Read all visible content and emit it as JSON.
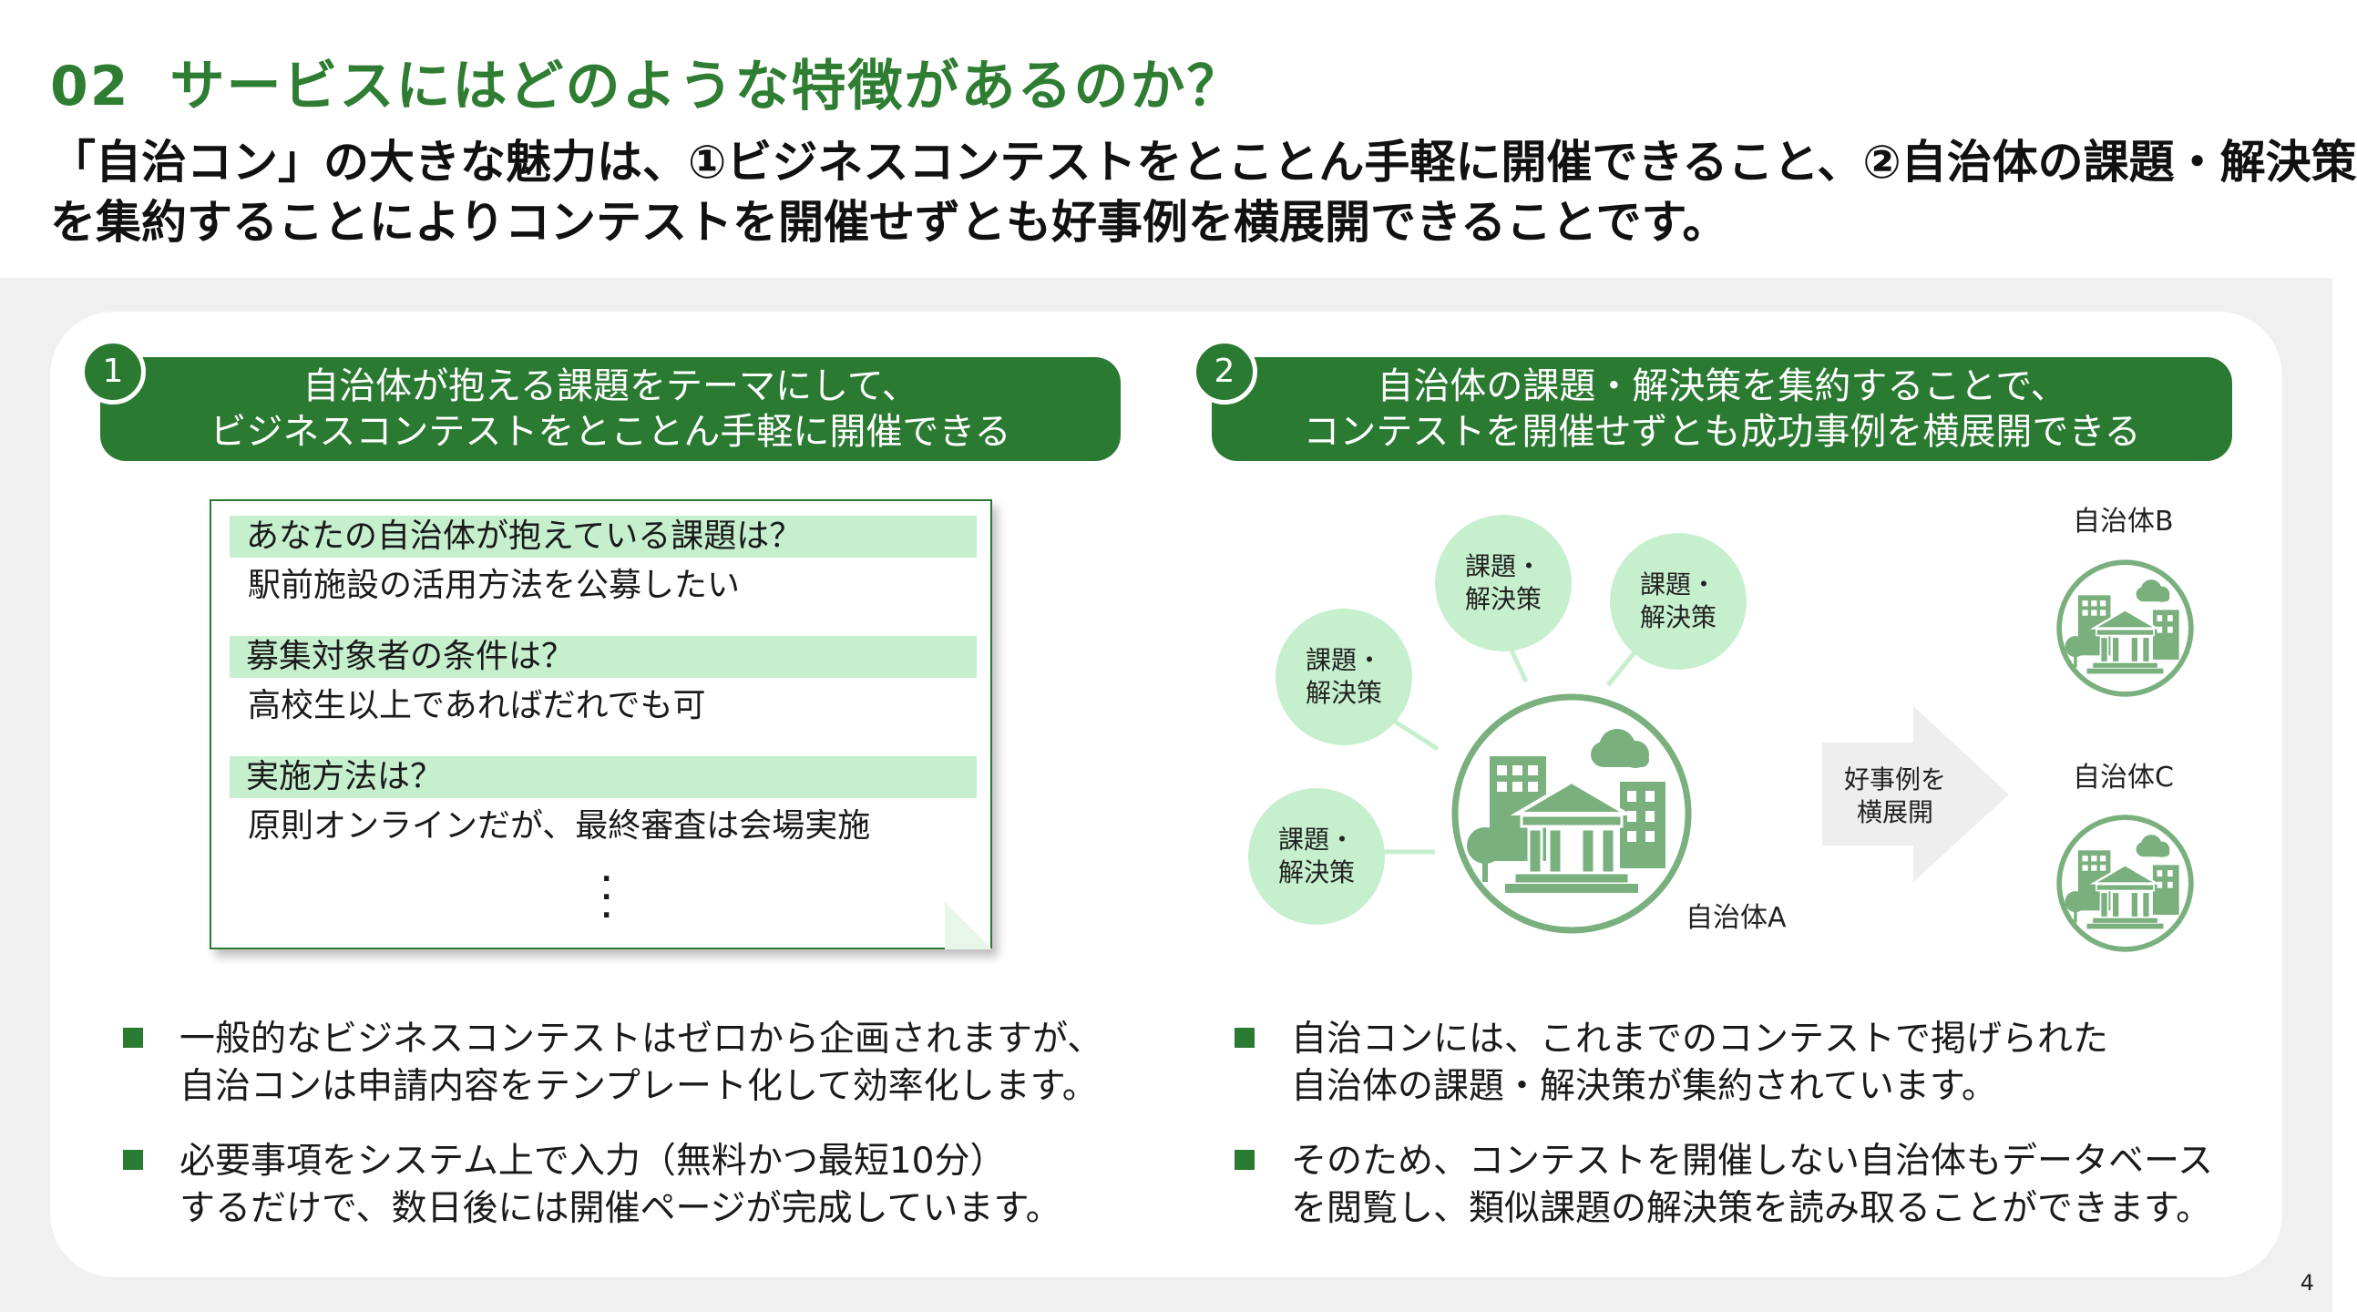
{
  "header": {
    "number": "02",
    "title": "サービスにはどのような特徴があるのか？"
  },
  "lead": {
    "line1": "「自治コン」の大きな魅力は、①ビジネスコンテストをとことん手軽に開催できること、②自治体の課題・解決策",
    "line2": "を集約することによりコンテストを開催せずとも好事例を横展開できることです。"
  },
  "left": {
    "badge": "1",
    "banner_line1": "自治体が抱える課題をテーマにして、",
    "banner_line2": "ビジネスコンテストをとことん手軽に開催できる",
    "qa": [
      {
        "q": "あなたの自治体が抱えている課題は？",
        "a": "駅前施設の活用方法を公募したい"
      },
      {
        "q": "募集対象者の条件は？",
        "a": "高校生以上であればだれでも可"
      },
      {
        "q": "実施方法は？",
        "a": "原則オンラインだが、最終審査は会場実施"
      }
    ],
    "dots": ".\n.\n.",
    "bullets": [
      {
        "line1": "一般的なビジネスコンテストはゼロから企画されますが、",
        "line2": "自治コンは申請内容をテンプレート化して効率化します。"
      },
      {
        "line1": "必要事項をシステム上で入力（無料かつ最短10分）",
        "line2": "するだけで、数日後には開催ページが完成しています。"
      }
    ]
  },
  "right": {
    "badge": "2",
    "banner_line1": "自治体の課題・解決策を集約することで、",
    "banner_line2": "コンテストを開催せずとも成功事例を横展開できる",
    "bubble_line1": "課題・",
    "bubble_line2": "解決策",
    "label_a": "自治体A",
    "label_b": "自治体B",
    "label_c": "自治体C",
    "arrow_line1": "好事例を",
    "arrow_line2": "横展開",
    "bullets": [
      {
        "line1": "自治コンには、これまでのコンテストで掲げられた",
        "line2": "自治体の課題・解決策が集約されています。"
      },
      {
        "line1": "そのため、コンテストを開催しない自治体もデータベース",
        "line2": "を閲覧し、類似課題の解決策を読み取ることができます。"
      }
    ]
  },
  "page_number": "4",
  "colors": {
    "primary_green": "#2a7a32",
    "light_green": "#c6efce",
    "icon_green": "#7aaf7e"
  }
}
